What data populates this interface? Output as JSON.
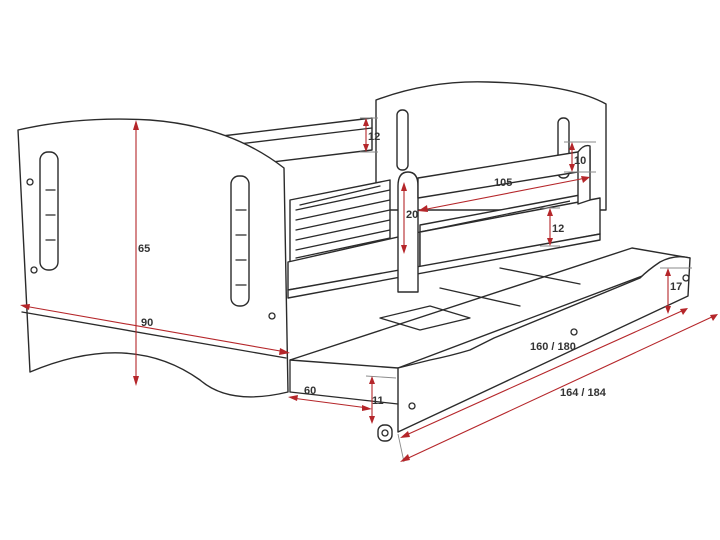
{
  "colors": {
    "outline": "#2b2b2b",
    "dimension": "#b5262a",
    "label": "#333333"
  },
  "dimensions": [
    {
      "id": "head-height",
      "text": "65"
    },
    {
      "id": "bed-width",
      "text": "90"
    },
    {
      "id": "rail-top-gap",
      "text": "12"
    },
    {
      "id": "barrier-top",
      "text": "10"
    },
    {
      "id": "barrier-length",
      "text": "105"
    },
    {
      "id": "barrier-gap",
      "text": "20"
    },
    {
      "id": "side-board-height",
      "text": "12"
    },
    {
      "id": "drawer-height",
      "text": "17"
    },
    {
      "id": "drawer-length",
      "text": "160 / 180"
    },
    {
      "id": "bed-length",
      "text": "164 / 184"
    },
    {
      "id": "drawer-depth",
      "text": "60"
    },
    {
      "id": "floor-clearance",
      "text": "11"
    }
  ]
}
